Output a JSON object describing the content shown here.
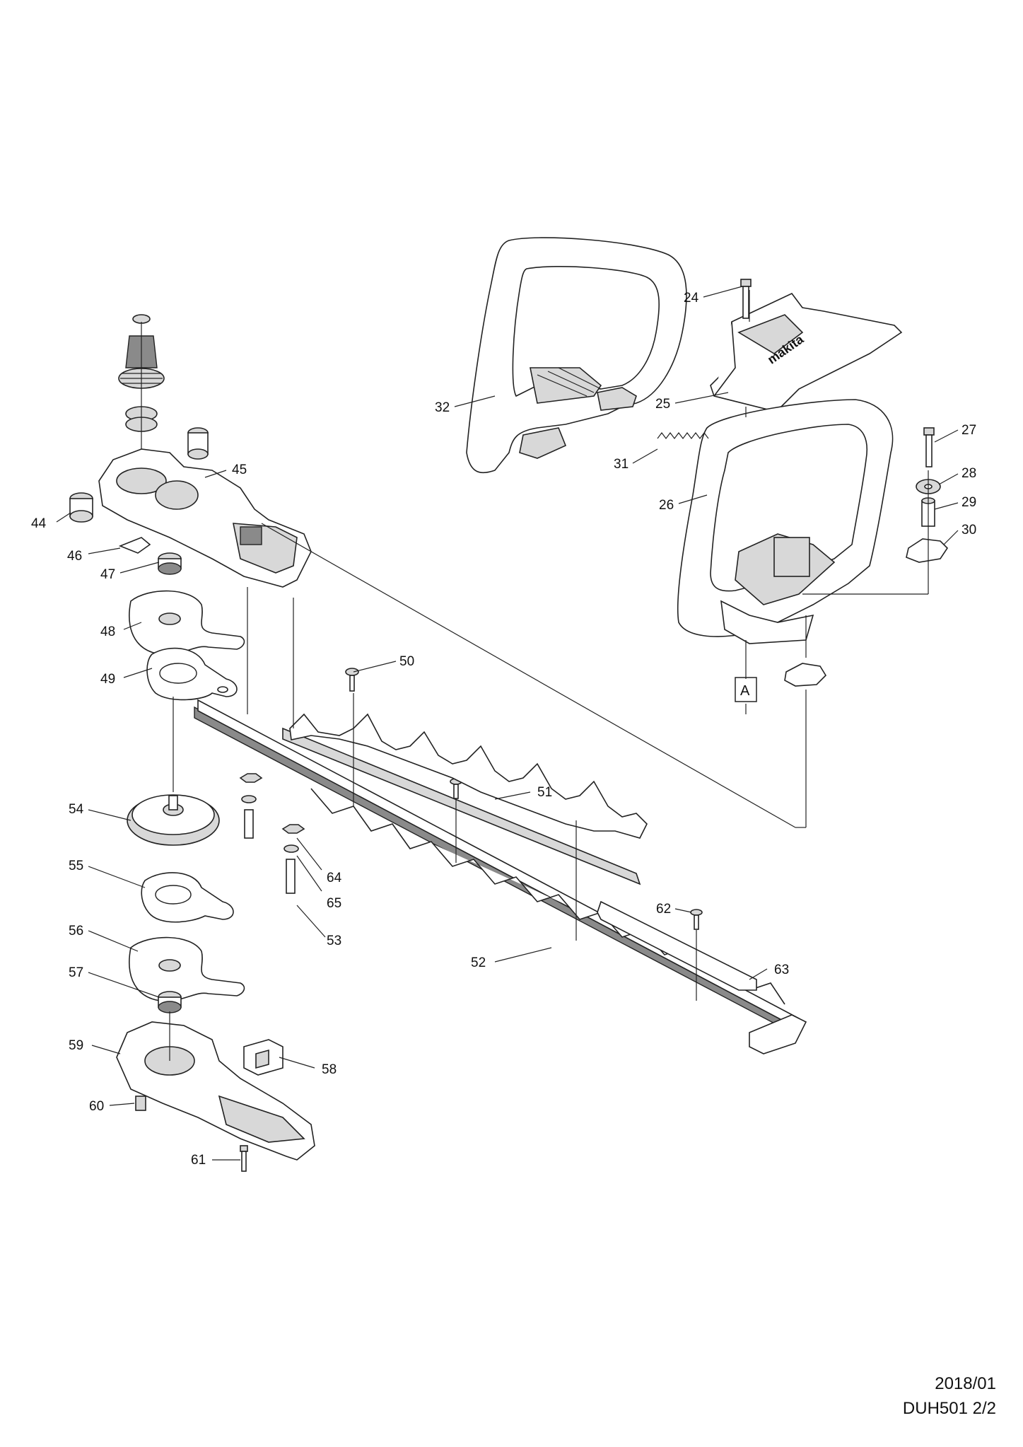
{
  "diagram": {
    "parts": [
      {
        "id": "24",
        "label": "24"
      },
      {
        "id": "25",
        "label": "25"
      },
      {
        "id": "26",
        "label": "26"
      },
      {
        "id": "27",
        "label": "27"
      },
      {
        "id": "28",
        "label": "28"
      },
      {
        "id": "29",
        "label": "29"
      },
      {
        "id": "30",
        "label": "30"
      },
      {
        "id": "31",
        "label": "31"
      },
      {
        "id": "32",
        "label": "32"
      },
      {
        "id": "44",
        "label": "44"
      },
      {
        "id": "45",
        "label": "45"
      },
      {
        "id": "46",
        "label": "46"
      },
      {
        "id": "47",
        "label": "47"
      },
      {
        "id": "48",
        "label": "48"
      },
      {
        "id": "49",
        "label": "49"
      },
      {
        "id": "50",
        "label": "50"
      },
      {
        "id": "51",
        "label": "51"
      },
      {
        "id": "52",
        "label": "52"
      },
      {
        "id": "53",
        "label": "53"
      },
      {
        "id": "54",
        "label": "54"
      },
      {
        "id": "55",
        "label": "55"
      },
      {
        "id": "56",
        "label": "56"
      },
      {
        "id": "57",
        "label": "57"
      },
      {
        "id": "58",
        "label": "58"
      },
      {
        "id": "59",
        "label": "59"
      },
      {
        "id": "60",
        "label": "60"
      },
      {
        "id": "61",
        "label": "61"
      },
      {
        "id": "62",
        "label": "62"
      },
      {
        "id": "63",
        "label": "63"
      },
      {
        "id": "64",
        "label": "64"
      },
      {
        "id": "65",
        "label": "65"
      }
    ],
    "reference_box": "A",
    "logo_text": "makita"
  },
  "footer": {
    "date": "2018/01",
    "model_page": "DUH501 2/2"
  }
}
